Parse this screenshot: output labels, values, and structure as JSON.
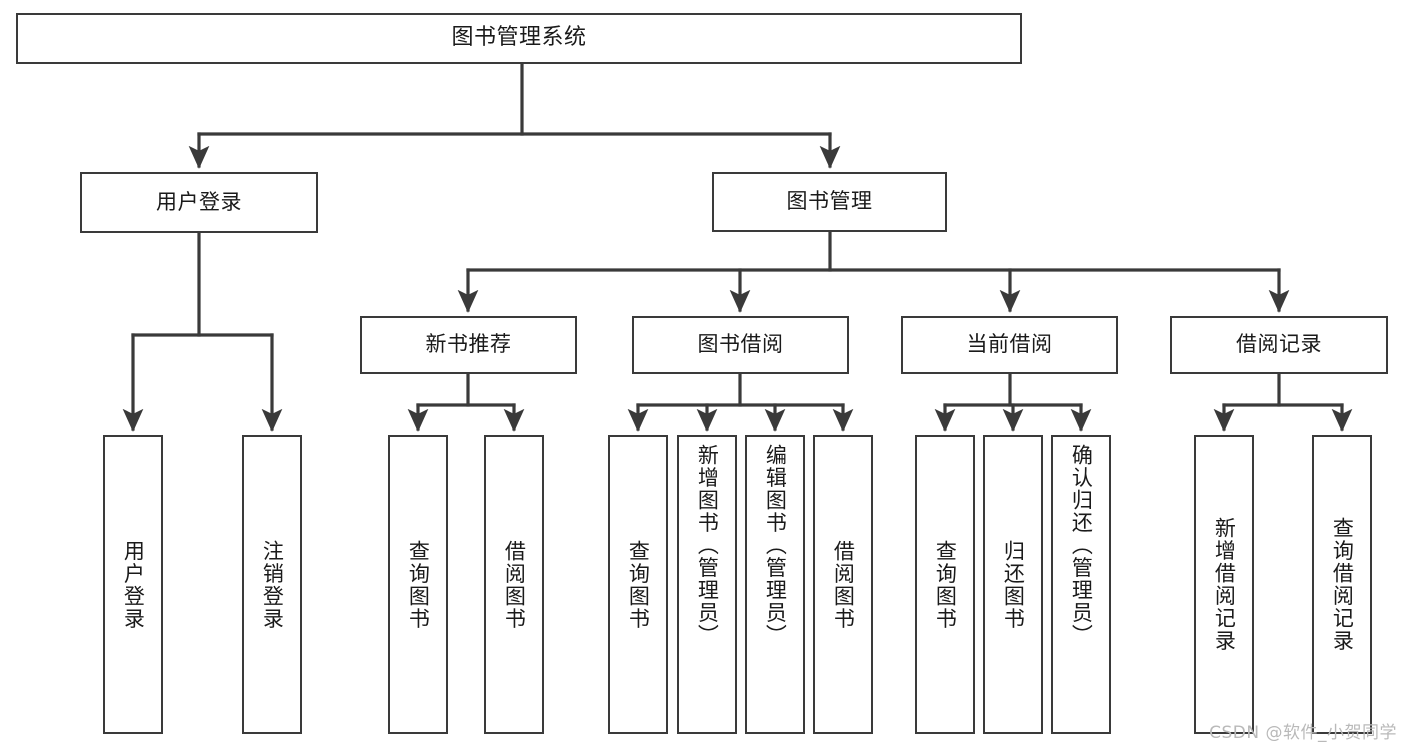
{
  "diagram": {
    "type": "tree-hierarchy",
    "title": "图书管理系统",
    "watermark": "CSDN @软件_小贺同学",
    "colors": {
      "background": "#ffffff",
      "box_border": "#3a3a3a",
      "box_fill": "#ffffff",
      "edge": "#3a3a3a",
      "text": "#1a1a1a",
      "watermark": "#b9b9b9"
    },
    "root": {
      "label": "图书管理系统"
    },
    "tier1": [
      {
        "label": "用户登录"
      },
      {
        "label": "图书管理"
      }
    ],
    "tier2": [
      {
        "label": "新书推荐"
      },
      {
        "label": "图书借阅"
      },
      {
        "label": "当前借阅"
      },
      {
        "label": "借阅记录"
      }
    ],
    "leaves": {
      "user_login": [
        {
          "label": "用户登录"
        },
        {
          "label": "注销登录"
        }
      ],
      "new_book_recommend": [
        {
          "label": "查询图书"
        },
        {
          "label": "借阅图书"
        }
      ],
      "book_borrow": [
        {
          "label": "查询图书"
        },
        {
          "label": "新增图书（管理员）"
        },
        {
          "label": "编辑图书（管理员）"
        },
        {
          "label": "借阅图书"
        }
      ],
      "current_borrow": [
        {
          "label": "查询图书"
        },
        {
          "label": "归还图书"
        },
        {
          "label": "确认归还（管理员）"
        }
      ],
      "borrow_record": [
        {
          "label": "新增借阅记录"
        },
        {
          "label": "查询借阅记录"
        }
      ]
    }
  }
}
